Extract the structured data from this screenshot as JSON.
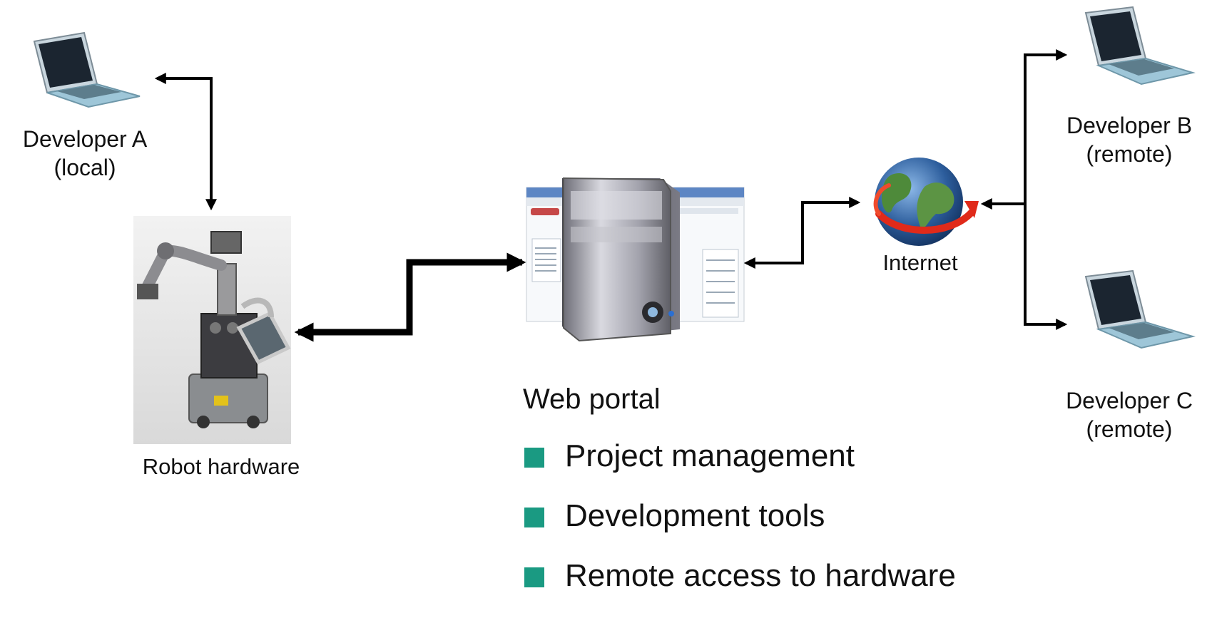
{
  "nodes": {
    "developer_a": {
      "line1": "Developer A",
      "line2": "(local)"
    },
    "developer_b": {
      "line1": "Developer B",
      "line2": "(remote)"
    },
    "developer_c": {
      "line1": "Developer C",
      "line2": "(remote)"
    },
    "robot": {
      "label": "Robot hardware"
    },
    "internet": {
      "label": "Internet"
    }
  },
  "portal": {
    "title": "Web portal",
    "features": [
      "Project management",
      "Development tools",
      "Remote access to hardware"
    ]
  },
  "colors": {
    "bullet": "#1a9a82",
    "arrow": "#000000",
    "laptop_body": "#9ec6d8",
    "screen": "#1b2530",
    "globe_ocean": "#2c5d9c",
    "globe_land": "#4e8a3a",
    "orbit": "#e02a1a"
  }
}
